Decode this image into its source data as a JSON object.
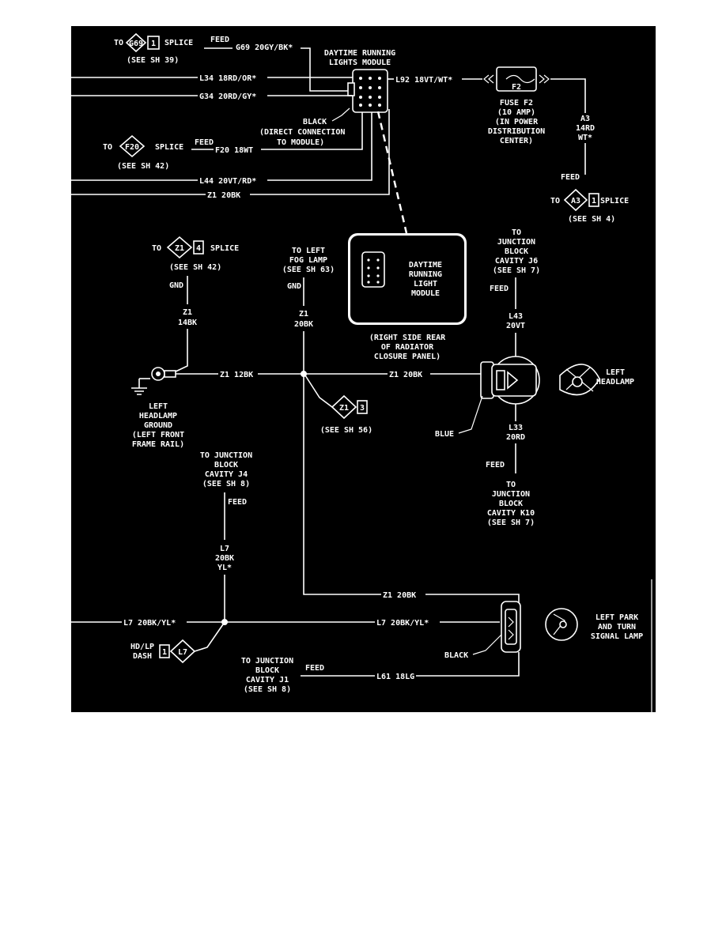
{
  "labels": {
    "to_g69": "TO",
    "g69_code": "G69",
    "g69_pin": "1",
    "g69_splice": "SPLICE",
    "g69_feed": "FEED",
    "g69_see": "(SEE SH 39)",
    "g69_wire": "G69 20GY/BK*",
    "drl_title_1": "DAYTIME RUNNING",
    "drl_title_2": "LIGHTS MODULE",
    "l34": "L34 18RD/OR*",
    "g34": "G34 20RD/GY*",
    "l92": "L92 18VT/WT*",
    "black_conn_1": "BLACK",
    "black_conn_2": "(DIRECT CONNECTION",
    "black_conn_3": "TO MODULE)",
    "to_f20": "TO",
    "f20_code": "F20",
    "f20_splice": "SPLICE",
    "f20_feed": "FEED",
    "f20_wire": "F20 18WT",
    "f20_see": "(SEE SH 42)",
    "l44": "L44 20VT/RD*",
    "z1_top": "Z1 20BK",
    "fuse_code": "F2",
    "fuse_1": "FUSE F2",
    "fuse_2": "(10 AMP)",
    "fuse_3": "(IN POWER",
    "fuse_4": "DISTRIBUTION",
    "fuse_5": "CENTER)",
    "a3_1": "A3",
    "a3_2": "14RD",
    "a3_3": "WT*",
    "a3_feed": "FEED",
    "to_a3": "TO",
    "a3_code": "A3",
    "a3_pin": "1",
    "a3_splice": "SPLICE",
    "a3_see": "(SEE SH 4)",
    "to_z1": "TO",
    "z1_code": "Z1",
    "z1_pin": "4",
    "z1_splice": "SPLICE",
    "z1_see": "(SEE SH 42)",
    "gnd_1": "GND",
    "z1_14_1": "Z1",
    "z1_14_2": "14BK",
    "fog_1": "TO LEFT",
    "fog_2": "FOG LAMP",
    "fog_3": "(SEE SH 63)",
    "gnd_2": "GND",
    "z1_20_1": "Z1",
    "z1_20_2": "20BK",
    "drl_box_1": "DAYTIME",
    "drl_box_2": "RUNNING",
    "drl_box_3": "LIGHT",
    "drl_box_4": "MODULE",
    "loc_1": "(RIGHT SIDE REAR",
    "loc_2": "OF RADIATOR",
    "loc_3": "CLOSURE PANEL)",
    "j6_1": "TO",
    "j6_2": "JUNCTION",
    "j6_3": "BLOCK",
    "j6_4": "CAVITY J6",
    "j6_5": "(SEE SH 7)",
    "j6_feed": "FEED",
    "l43_1": "L43",
    "l43_2": "20VT",
    "z1_12": "Z1 12BK",
    "z1_20_h": "Z1 20BK",
    "headlamp_1": "LEFT",
    "headlamp_2": "HEADLAMP",
    "gnd_lbl_1": "LEFT",
    "gnd_lbl_2": "HEADLAMP",
    "gnd_lbl_3": "GROUND",
    "gnd_lbl_4": "(LEFT FRONT",
    "gnd_lbl_5": "FRAME RAIL)",
    "z1b_code": "Z1",
    "z1b_pin": "3",
    "see56": "(SEE SH 56)",
    "blue": "BLUE",
    "l33_1": "L33",
    "l33_2": "20RD",
    "k10_feed": "FEED",
    "k10_1": "TO",
    "k10_2": "JUNCTION",
    "k10_3": "BLOCK",
    "k10_4": "CAVITY K10",
    "k10_5": "(SEE SH 7)",
    "j4_1": "TO JUNCTION",
    "j4_2": "BLOCK",
    "j4_3": "CAVITY J4",
    "j4_4": "(SEE SH 8)",
    "j4_feed": "FEED",
    "l7_v1": "L7",
    "l7_v2": "20BK",
    "l7_v3": "YL*",
    "z1_bottom": "Z1 20BK",
    "l7_left": "L7 20BK/YL*",
    "l7_right": "L7 20BK/YL*",
    "park_1": "LEFT PARK",
    "park_2": "AND TURN",
    "park_3": "SIGNAL LAMP",
    "hdlp_1": "HD/LP",
    "hdlp_2": "DASH",
    "l7_pin": "1",
    "l7_code": "L7",
    "black_park": "BLACK",
    "j1_1": "TO JUNCTION",
    "j1_2": "BLOCK",
    "j1_3": "CAVITY J1",
    "j1_4": "(SEE SH 8)",
    "j1_feed": "FEED",
    "l61": "L61 18LG"
  }
}
